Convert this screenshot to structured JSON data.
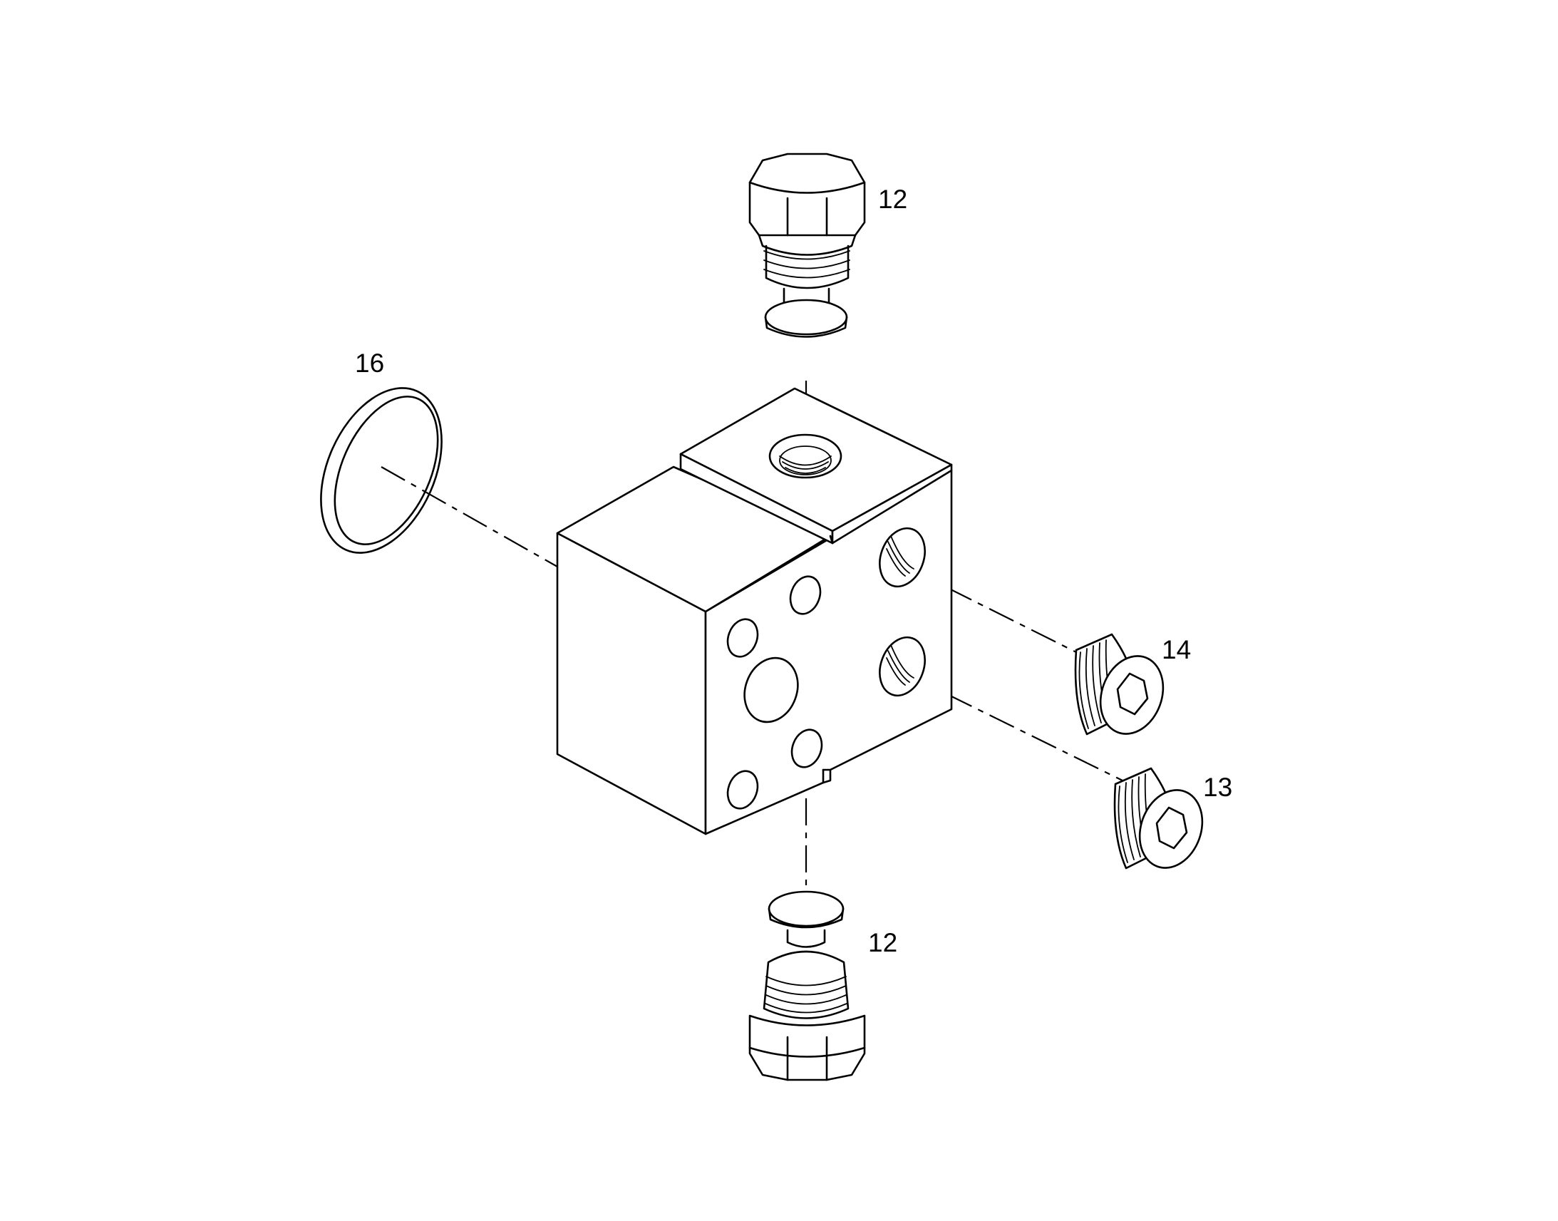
{
  "callouts": {
    "top_plug": "12",
    "bottom_plug": "12",
    "o_ring": "16",
    "upper_plug_screw": "14",
    "lower_plug_screw": "13"
  },
  "colors": {
    "line": "#000000",
    "background": "#ffffff"
  }
}
